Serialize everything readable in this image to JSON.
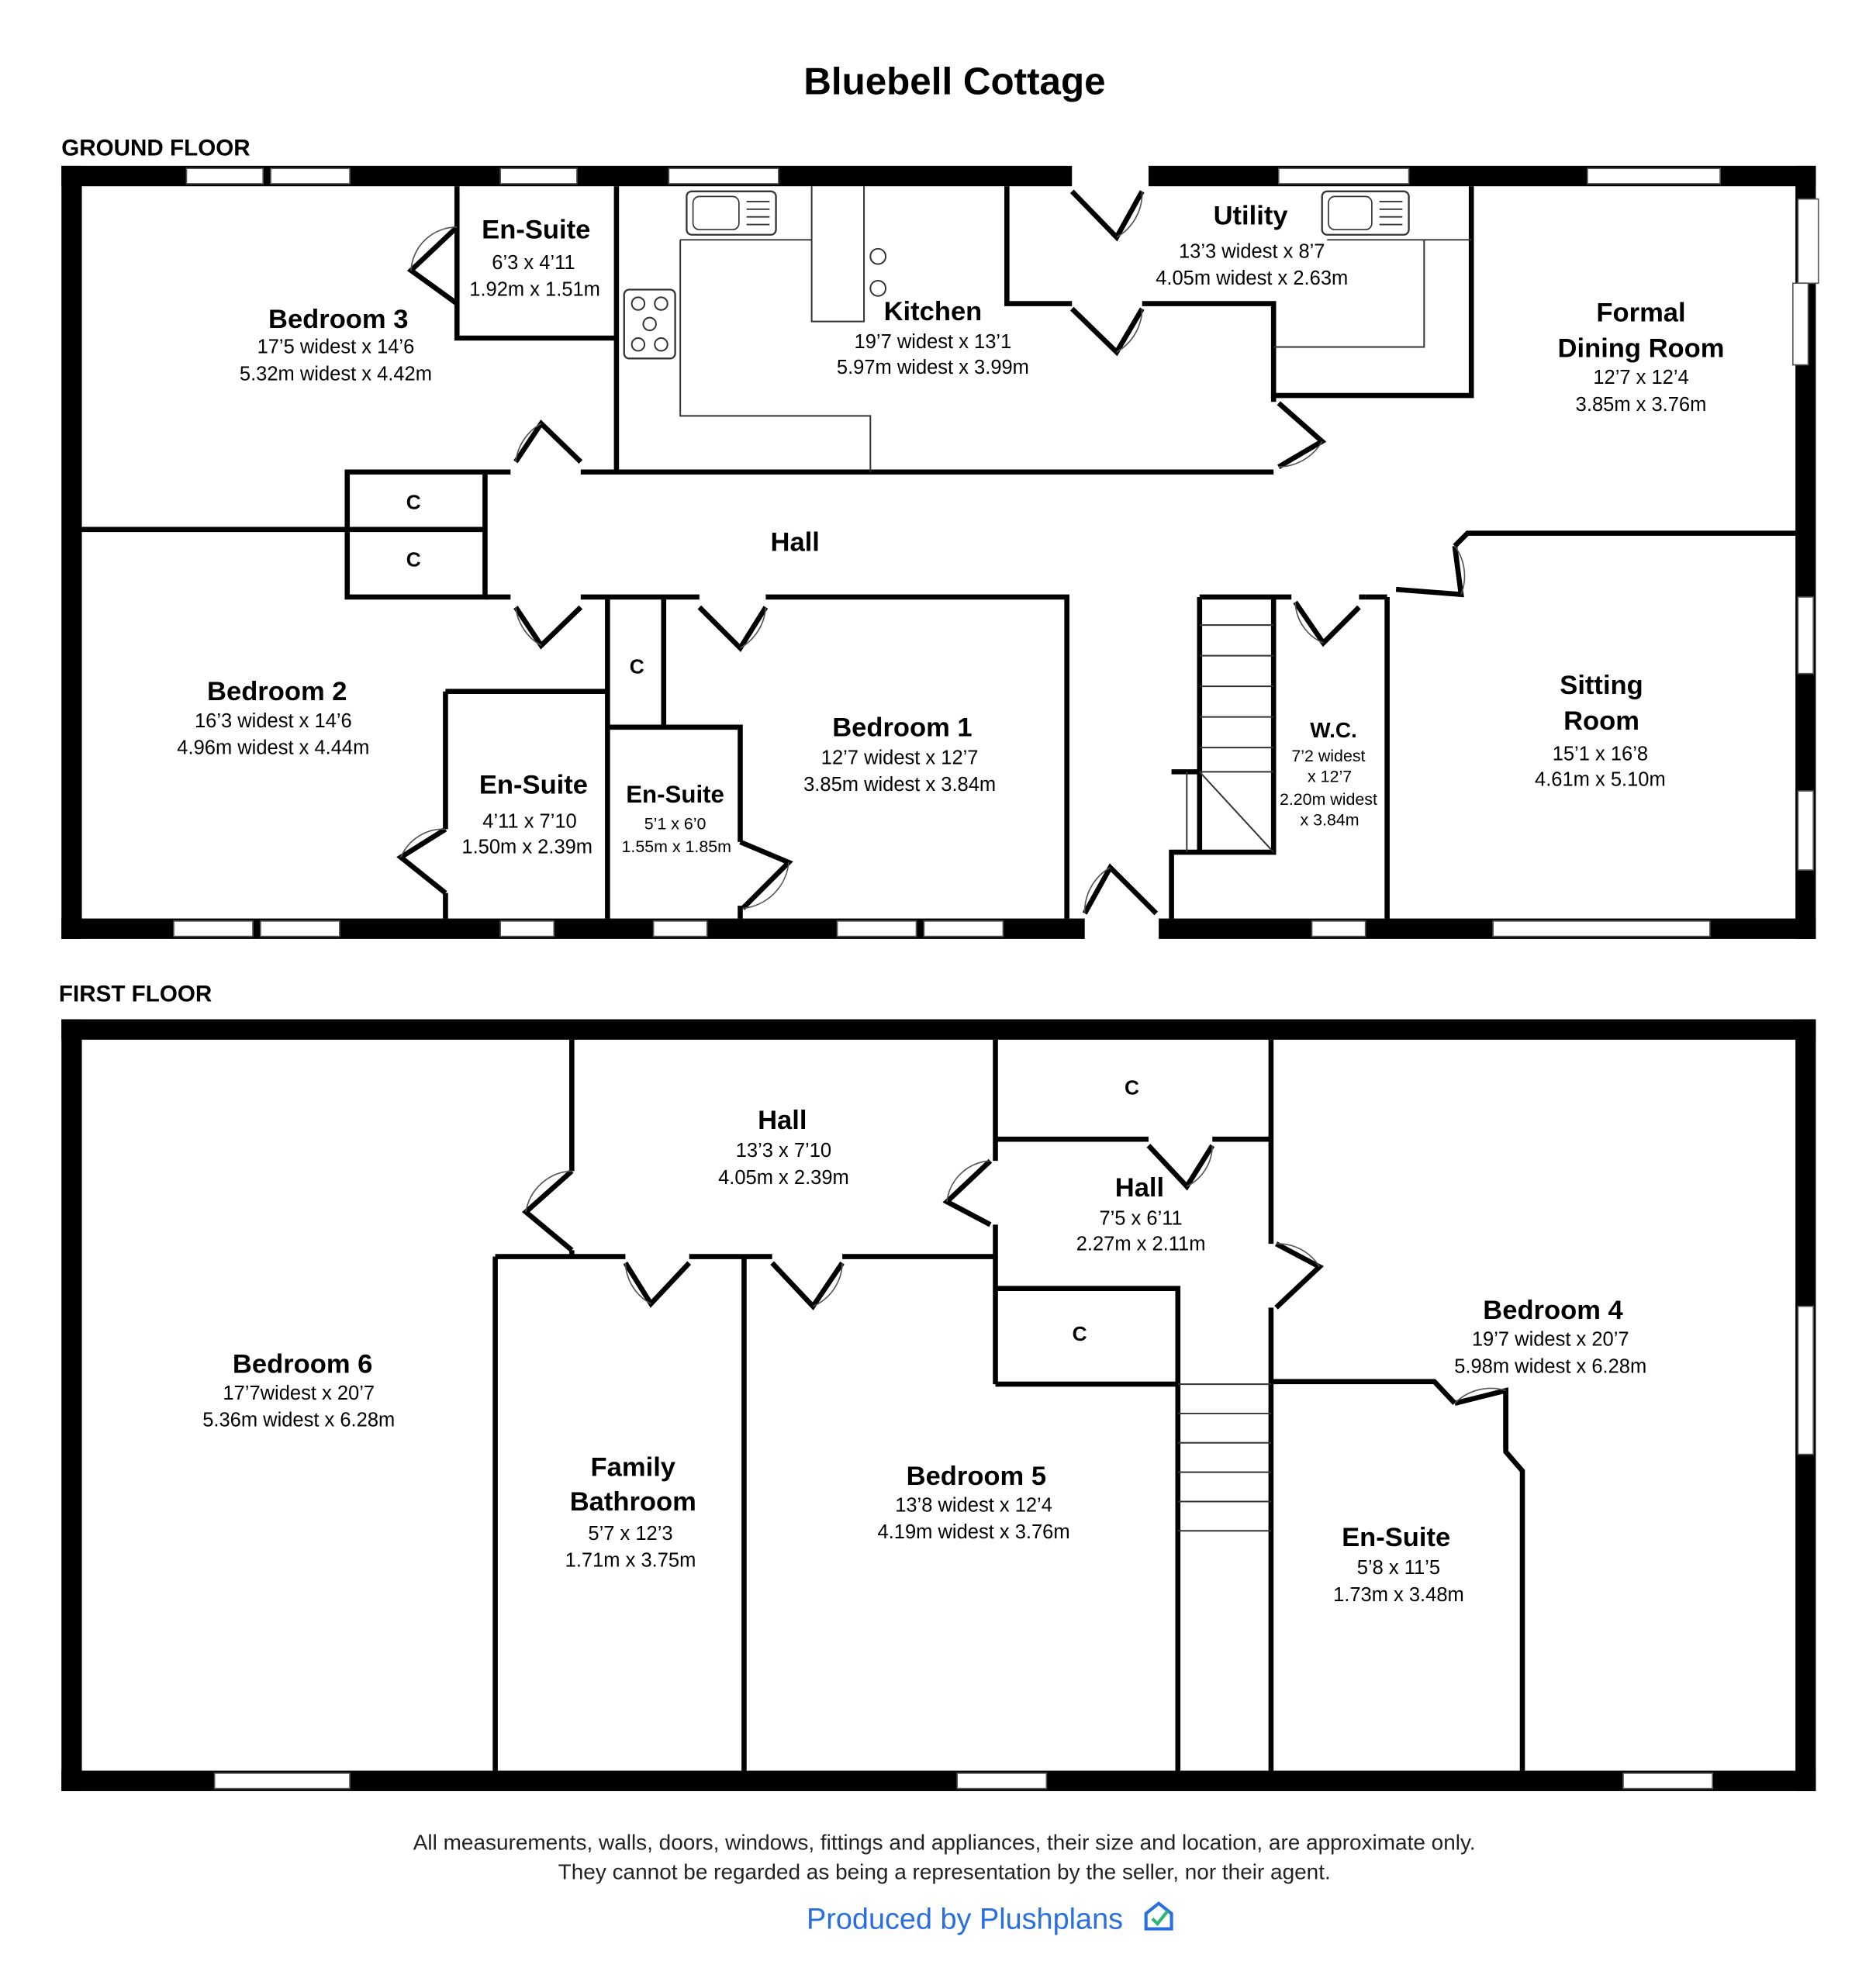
{
  "title": "Bluebell Cottage",
  "ground_floor": {
    "label": "GROUND FLOOR",
    "rooms": {
      "bedroom3": {
        "name": "Bedroom 3",
        "imperial": "17’5 widest x 14’6",
        "metric": "5.32m widest x 4.42m"
      },
      "ensuite_top": {
        "name": "En-Suite",
        "imperial": "6’3 x 4’11",
        "metric": "1.92m x 1.51m"
      },
      "kitchen": {
        "name": "Kitchen",
        "imperial": "19’7 widest x 13’1",
        "metric": "5.97m widest x 3.99m"
      },
      "utility": {
        "name": "Utility",
        "imperial": "13’3 widest x 8’7",
        "metric": "4.05m widest x 2.63m"
      },
      "dining": {
        "name_line1": "Formal",
        "name_line2": "Dining Room",
        "imperial": "12’7 x 12’4",
        "metric": "3.85m x 3.76m"
      },
      "hall": {
        "name": "Hall"
      },
      "cupboard1": {
        "name": "C"
      },
      "cupboard2": {
        "name": "C"
      },
      "cupboard3": {
        "name": "C"
      },
      "bedroom2": {
        "name": "Bedroom 2",
        "imperial": "16’3 widest x 14’6",
        "metric": "4.96m widest x 4.44m"
      },
      "ensuite_b2": {
        "name": "En-Suite",
        "imperial": "4’11 x 7’10",
        "metric": "1.50m x 2.39m"
      },
      "ensuite_b1": {
        "name": "En-Suite",
        "imperial": "5’1 x 6’0",
        "metric": "1.55m x 1.85m"
      },
      "bedroom1": {
        "name": "Bedroom 1",
        "imperial": "12’7 widest x 12’7",
        "metric": "3.85m widest x 3.84m"
      },
      "wc": {
        "name": "W.C.",
        "imperial_line1": "7’2 widest",
        "imperial_line2": "x 12’7",
        "metric_line1": "2.20m widest",
        "metric_line2": "x 3.84m"
      },
      "sitting": {
        "name_line1": "Sitting",
        "name_line2": "Room",
        "imperial": "15’1 x 16’8",
        "metric": "4.61m x 5.10m"
      }
    }
  },
  "first_floor": {
    "label": "FIRST FLOOR",
    "rooms": {
      "bedroom6": {
        "name": "Bedroom 6",
        "imperial": "17’7widest x 20’7",
        "metric": "5.36m widest x 6.28m"
      },
      "hall_main": {
        "name": "Hall",
        "imperial": "13’3 x 7’10",
        "metric": "4.05m x 2.39m"
      },
      "cupboard_top": {
        "name": "C"
      },
      "hall_small": {
        "name": "Hall",
        "imperial": "7’5 x 6’11",
        "metric": "2.27m x 2.11m"
      },
      "cupboard_mid": {
        "name": "C"
      },
      "bathroom": {
        "name_line1": "Family",
        "name_line2": "Bathroom",
        "imperial": "5’7 x 12’3",
        "metric": "1.71m x 3.75m"
      },
      "bedroom5": {
        "name": "Bedroom 5",
        "imperial": "13’8 widest x 12’4",
        "metric": "4.19m widest x 3.76m"
      },
      "bedroom4": {
        "name": "Bedroom 4",
        "imperial": "19’7 widest x 20’7",
        "metric": "5.98m widest x 6.28m"
      },
      "ensuite": {
        "name": "En-Suite",
        "imperial": "5’8 x 11’5",
        "metric": "1.73m x 3.48m"
      }
    }
  },
  "footer": {
    "disclaimer_line1": "All measurements, walls, doors, windows, fittings and appliances, their size and location, are approximate only.",
    "disclaimer_line2": "They cannot be regarded as being a representation by the seller, nor their agent.",
    "credit": "Produced by Plushplans",
    "credit_icon": "house-check-icon",
    "brand_color": "#2a6fe0"
  }
}
